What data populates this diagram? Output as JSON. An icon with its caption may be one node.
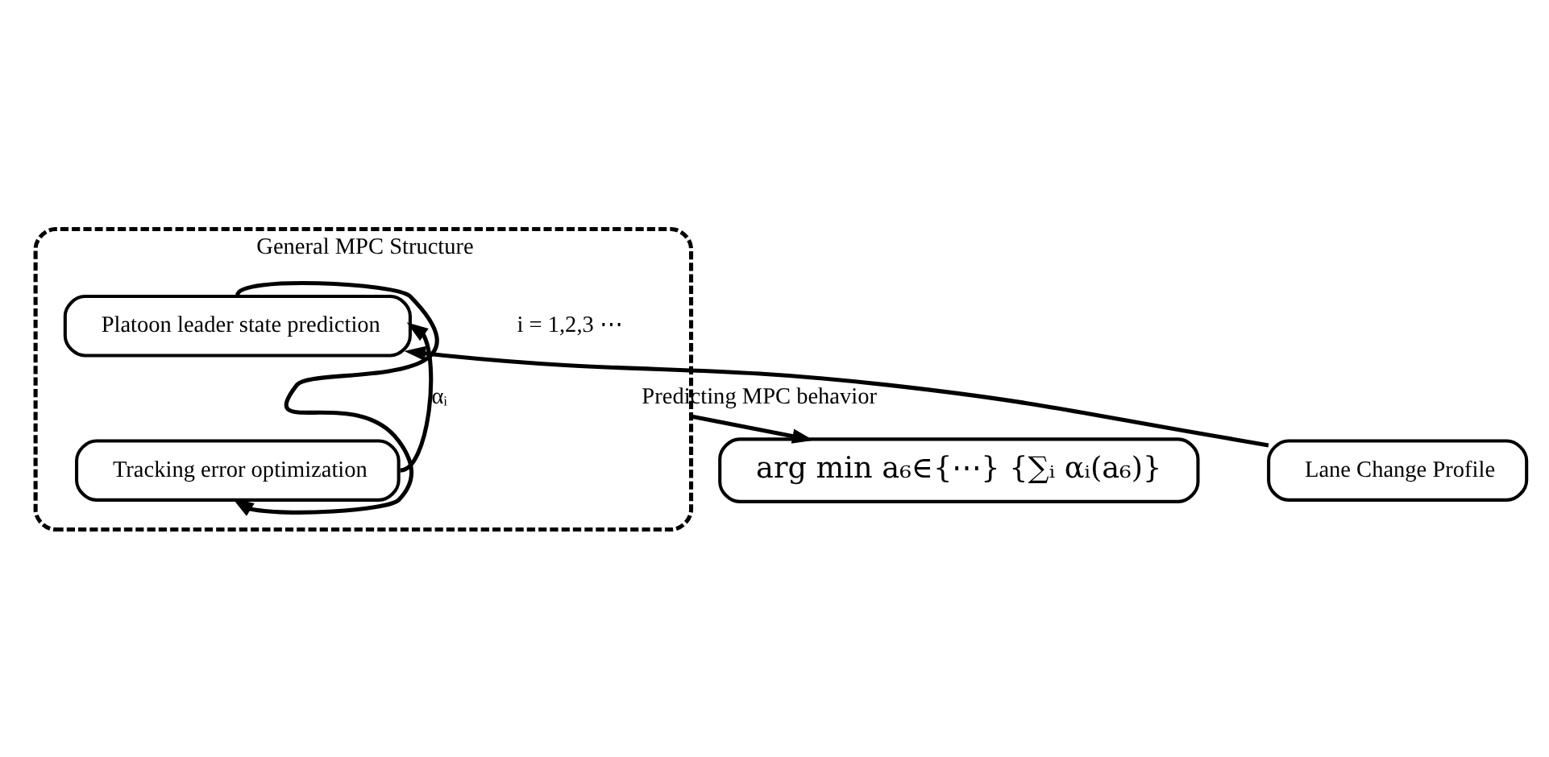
{
  "diagram": {
    "nodes": [
      {
        "text": [
          "General MPC Structure"
        ]
      },
      {
        "text": [
          "Tracking error optimization"
        ],
        "in": 0
      },
      {
        "text": [
          "Platoon leader state prediction"
        ],
        "in": 0
      },
      {
        "text": [
          "Lane Change Profile"
        ]
      },
      {
        "text": [
          "arg min a₆∈{⋯} {∑ᵢ αᵢ(a₆)}"
        ]
      }
    ],
    "edges": [
      {
        "from": 3,
        "to": 2,
        "arrow": "to"
      },
      {
        "from": 2,
        "to": 1,
        "arrow": "to"
      },
      {
        "from": 1,
        "to": 2,
        "arrow": "to",
        "label": "αᵢ"
      },
      {
        "from": 0,
        "to": 4,
        "arrow": "to",
        "label": "Predicting MPC behavior"
      }
    ],
    "labels": [
      "i = 1,2,3 ⋯"
    ]
  }
}
